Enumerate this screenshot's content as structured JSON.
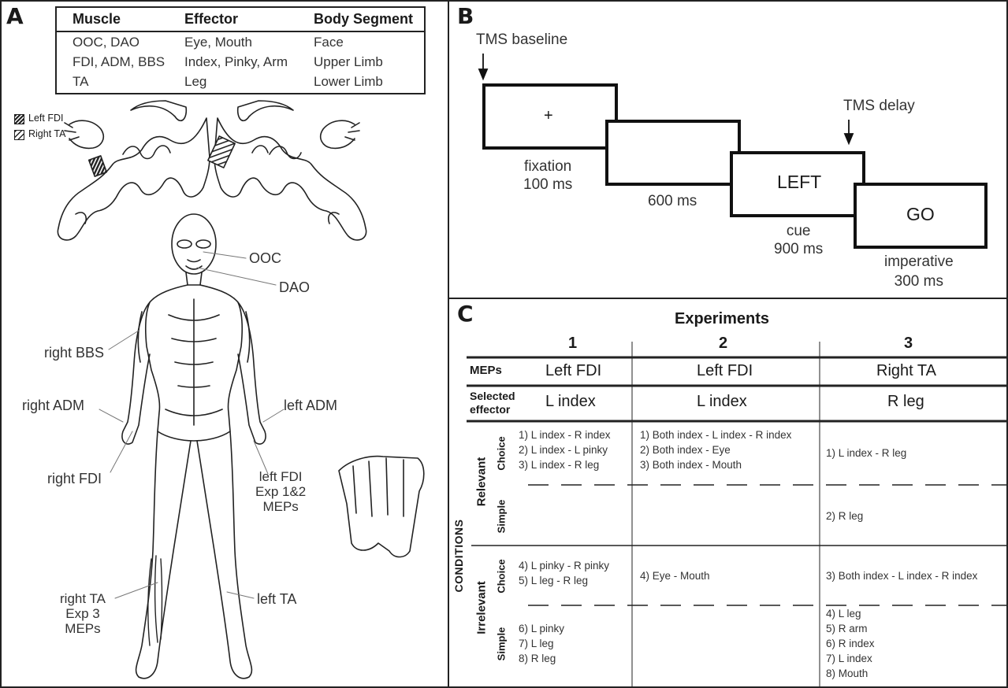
{
  "panelA": {
    "label": "A",
    "table": {
      "headers": [
        "Muscle",
        "Effector",
        "Body Segment"
      ],
      "rows": [
        [
          "OOC, DAO",
          "Eye, Mouth",
          "Face"
        ],
        [
          "FDI, ADM, BBS",
          "Index, Pinky, Arm",
          "Upper Limb"
        ],
        [
          "TA",
          "Leg",
          "Lower Limb"
        ]
      ]
    },
    "legend": [
      "Left FDI",
      "Right TA"
    ],
    "body_labels": {
      "ooc": "OOC",
      "dao": "DAO",
      "right_bbs": "right BBS",
      "right_adm": "right ADM",
      "left_adm": "left ADM",
      "right_fdi": "right FDI",
      "left_fdi": [
        "left FDI",
        "Exp 1&2",
        "MEPs"
      ],
      "right_ta": [
        "right TA",
        "Exp 3",
        "MEPs"
      ],
      "left_ta": "left TA"
    }
  },
  "panelB": {
    "label": "B",
    "tms_baseline": "TMS baseline",
    "tms_delay": "TMS delay",
    "screens": [
      {
        "content": "+",
        "name": "fixation",
        "duration": "100 ms"
      },
      {
        "content": "",
        "name": "",
        "duration": "600 ms"
      },
      {
        "content": "LEFT",
        "name": "cue",
        "duration": "900 ms"
      },
      {
        "content": "GO",
        "name": "imperative",
        "duration": "300 ms"
      }
    ]
  },
  "panelC": {
    "label": "C",
    "title": "Experiments",
    "experiments": [
      "1",
      "2",
      "3"
    ],
    "meps_label": "MEPs",
    "meps": [
      "Left FDI",
      "Left FDI",
      "Right TA"
    ],
    "selected_label": [
      "Selected",
      "effector"
    ],
    "selected": [
      "L index",
      "L index",
      "R leg"
    ],
    "conditions_label": "CONDITIONS",
    "groups": [
      "Relevant",
      "Irrelevant"
    ],
    "subtypes": [
      "Choice",
      "Simple"
    ],
    "cells": {
      "relevant_choice": [
        [
          "1) L index - R index",
          "2) L index - L pinky",
          "3) L index - R leg"
        ],
        [
          "1) Both index - L index - R index",
          "2) Both index - Eye",
          "3) Both index - Mouth"
        ],
        [
          "1) L index - R leg"
        ]
      ],
      "relevant_simple": [
        [],
        [],
        [
          "2) R leg"
        ]
      ],
      "irrelevant_choice": [
        [
          "4) L pinky - R pinky",
          "5) L leg - R leg"
        ],
        [
          "4) Eye - Mouth"
        ],
        [
          "3) Both index - L index - R index"
        ]
      ],
      "irrelevant_simple": [
        [
          "6) L pinky",
          "7) L leg",
          "8) R leg"
        ],
        [],
        [
          "4) L leg",
          "5) R arm",
          "6) R index",
          "7) L index",
          "8) Mouth"
        ]
      ]
    }
  }
}
